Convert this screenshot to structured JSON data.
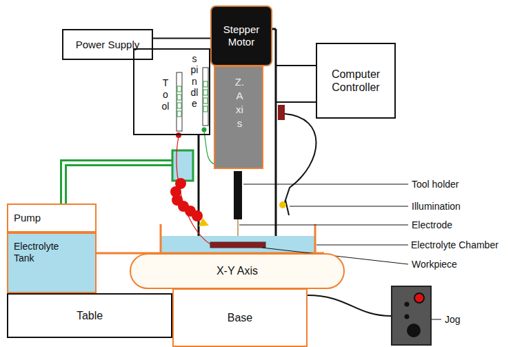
{
  "diagram": {
    "nodes": [
      {
        "text": [
          "Power Supply"
        ]
      },
      {
        "text": [
          "Stepper Motor"
        ]
      },
      {
        "text": [
          "Tool",
          "spindle"
        ]
      },
      {
        "text": [
          "Computer Controller"
        ]
      },
      {
        "text": [
          "Z.Axis"
        ]
      },
      {
        "text": [
          "Pump"
        ]
      },
      {
        "text": [
          "Electrolyte Tank"
        ]
      },
      {
        "text": [
          "X-Y Axis"
        ]
      },
      {
        "text": [
          "Table"
        ]
      },
      {
        "text": [
          "Base"
        ]
      }
    ],
    "edges": [
      {
        "from": 0,
        "to": 1,
        "arrow": "none"
      }
    ],
    "labels": [
      "Tool holder",
      "Illumination",
      "Electrode",
      "Electrolyte Chamber",
      "Workpiece",
      "Jog"
    ]
  }
}
